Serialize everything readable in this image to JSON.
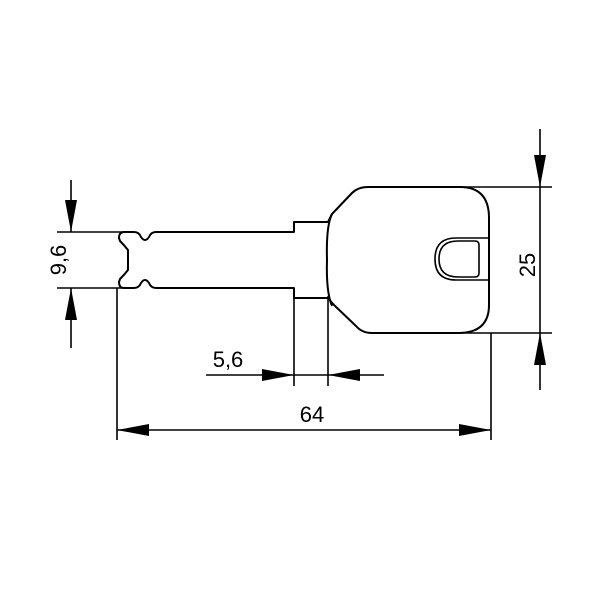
{
  "drawing": {
    "subject": "key",
    "line_color": "#000000",
    "background": "#ffffff"
  },
  "dimensions": {
    "blade_width": {
      "label": "9,6",
      "orientation": "vertical-left"
    },
    "head_height": {
      "label": "25",
      "orientation": "vertical-right"
    },
    "shoulder_length": {
      "label": "5,6",
      "orientation": "horizontal"
    },
    "overall_length": {
      "label": "64",
      "orientation": "horizontal"
    }
  }
}
